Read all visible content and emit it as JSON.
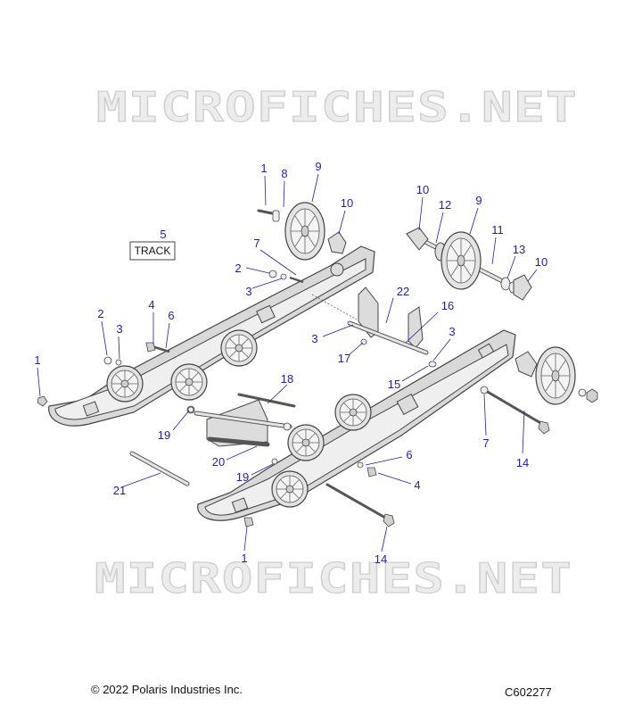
{
  "watermark": "MICROFICHES.NET",
  "track_label": "TRACK",
  "footer": {
    "copyright": "© 2022 Polaris Industries Inc.",
    "diagram_id": "C602277"
  },
  "callouts": {
    "c1a": "1",
    "c8": "8",
    "c9a": "9",
    "c10a": "10",
    "c10b": "10",
    "c12": "12",
    "c9b": "9",
    "c11": "11",
    "c13": "13",
    "c10c": "10",
    "c5": "5",
    "c7a": "7",
    "c2a": "2",
    "c3a": "3",
    "c22": "22",
    "c16": "16",
    "c2b": "2",
    "c3b": "3",
    "c4a": "4",
    "c6a": "6",
    "c1b": "1",
    "c3c": "3",
    "c3d": "3",
    "c17": "17",
    "c15": "15",
    "c18": "18",
    "c19a": "19",
    "c7b": "7",
    "c14a": "14",
    "c20": "20",
    "c6b": "6",
    "c19b": "19",
    "c4b": "4",
    "c21": "21",
    "c1c": "1",
    "c14b": "14"
  },
  "colors": {
    "callout": "#1f1fa8",
    "line": "#444444",
    "part_fill": "#dcdcdc"
  }
}
